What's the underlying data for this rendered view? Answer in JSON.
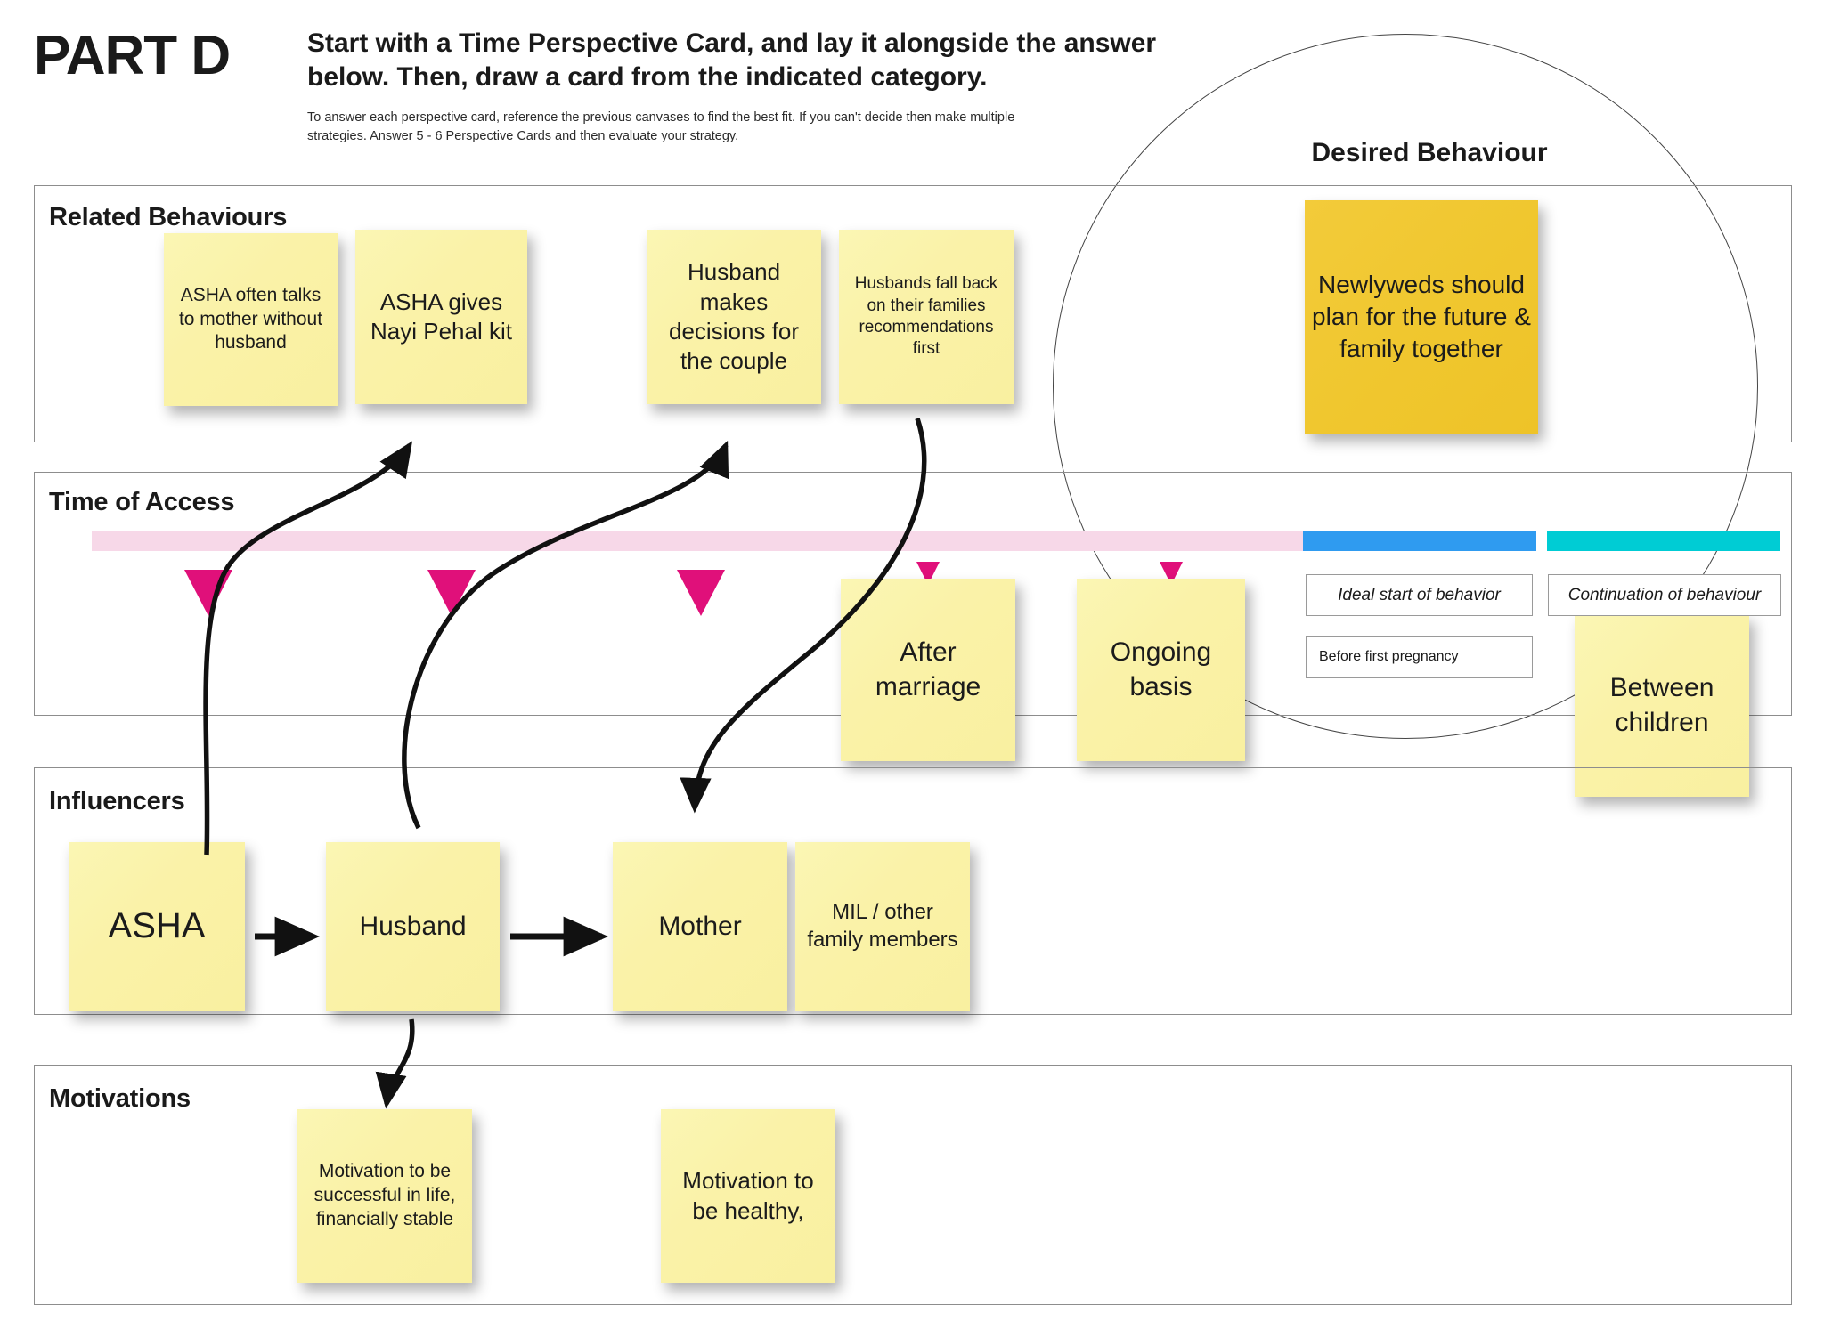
{
  "header": {
    "part_label": "PART D",
    "headline": "Start with a Time Perspective Card, and lay it alongside the answer below. Then, draw a card from the indicated category.",
    "subtext": "To answer each perspective card, reference the previous canvases to find the best fit. If you can't decide then make multiple strategies. Answer 5 - 6 Perspective Cards and then evaluate your strategy."
  },
  "desired_behaviour": {
    "title": "Desired Behaviour",
    "note": "Newlyweds should plan for the future & family together"
  },
  "sections": {
    "related_behaviours": {
      "title": "Related Behaviours",
      "notes": [
        "ASHA often talks to mother without husband",
        "ASHA gives Nayi Pehal kit",
        "Husband makes decisions for the couple",
        "Husbands fall back on their families recommendations first"
      ]
    },
    "time_of_access": {
      "title": "Time of Access",
      "notes": [
        "After marriage",
        "Ongoing basis",
        "Between children"
      ],
      "labels": [
        "Ideal start of behavior",
        "Continuation of behaviour",
        "Before first pregnancy"
      ],
      "bar_colors": {
        "pink": "#f7d8e8",
        "blue": "#2f9bf0",
        "teal": "#00ccd4",
        "marker": "#e0107a"
      }
    },
    "influencers": {
      "title": "Influencers",
      "notes": [
        "ASHA",
        "Husband",
        "Mother",
        "MIL / other family members"
      ]
    },
    "motivations": {
      "title": "Motivations",
      "notes": [
        "Motivation to be successful in life, financially stable",
        "Motivation to be healthy,"
      ]
    }
  }
}
